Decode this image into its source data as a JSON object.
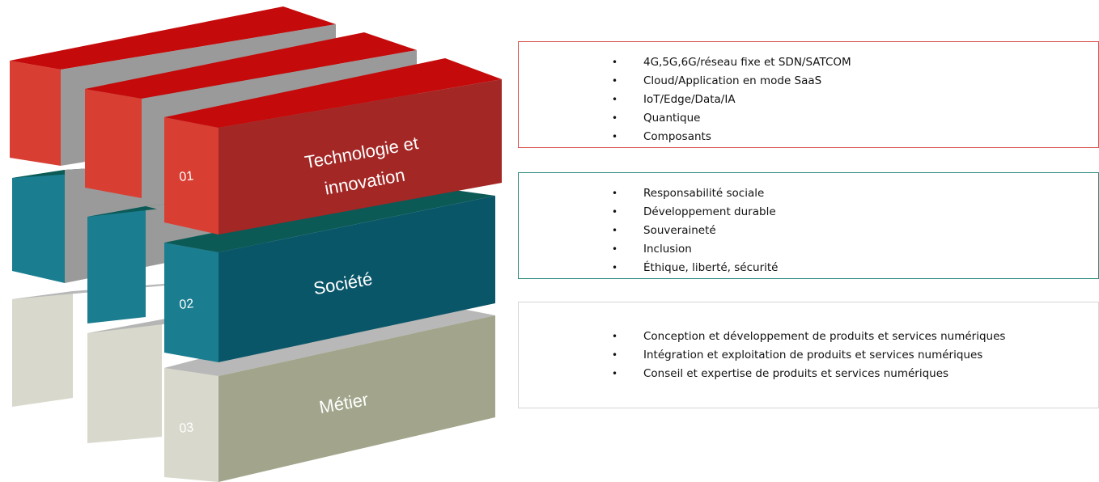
{
  "layers": [
    {
      "id": "layer-1",
      "number": "01",
      "title_lines": [
        "Technologie et",
        "innovation"
      ],
      "colors": {
        "top": "#c40a0a",
        "front": "#a32725",
        "side": "#9a9a9a",
        "accent": "#d93e33"
      },
      "items": [
        "4G,5G,6G/réseau fixe et SDN/SATCOM",
        "Cloud/Application en mode SaaS",
        "IoT/Edge/Data/IA",
        "Quantique",
        "Composants"
      ],
      "panel_border": "#d9534f"
    },
    {
      "id": "layer-2",
      "number": "02",
      "title_lines": [
        "Société"
      ],
      "colors": {
        "top": "#0b5a56",
        "front": "#0a5669",
        "side": "#9a9a9a",
        "accent": "#1a7d90"
      },
      "items": [
        "Responsabilité sociale",
        "Développement durable",
        "Souveraineté",
        "Inclusion",
        "Éthique, liberté, sécurité"
      ],
      "panel_border": "#2e8b80"
    },
    {
      "id": "layer-3",
      "number": "03",
      "title_lines": [
        "Métier"
      ],
      "colors": {
        "top": "#b5b5b5",
        "front": "#a2a58b",
        "side": "#9a9a9a",
        "accent": "#d8d8cc"
      },
      "items": [
        "Conception et développement de produits et services numériques",
        "Intégration et exploitation de produits et services numériques",
        "Conseil et expertise de produits et services numériques"
      ],
      "panel_border": "#d6d6d6"
    }
  ]
}
